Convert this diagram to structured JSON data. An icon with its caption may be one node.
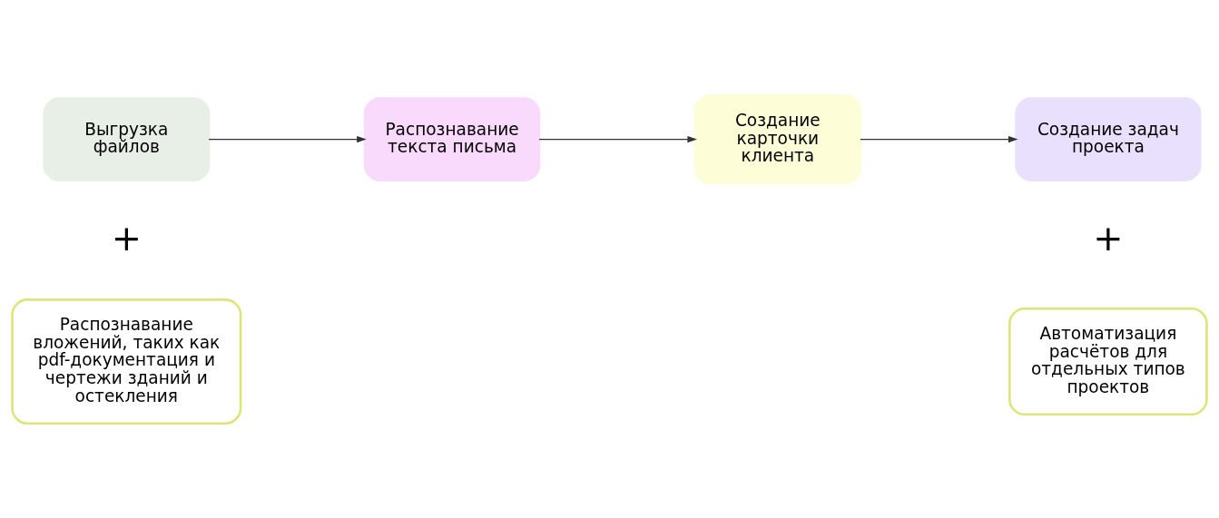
{
  "diagram": {
    "nodes": [
      {
        "text": [
          "Выгрузка файлов"
        ]
      },
      {
        "text": [
          "Распознавание текста письма"
        ]
      },
      {
        "text": [
          "Создание карточки клиента"
        ]
      },
      {
        "text": [
          "Создание задач проекта"
        ]
      },
      {
        "text": [
          "Распознавание вложений, таких как pdf-документация и чертежи зданий и остекления"
        ]
      },
      {
        "text": [
          "Автоматизация расчётов для отдельных типов проектов"
        ]
      }
    ],
    "edges": [
      {
        "from": 0,
        "to": 1,
        "arrow": "to"
      },
      {
        "from": 1,
        "to": 2,
        "arrow": "to"
      },
      {
        "from": 2,
        "to": 3,
        "arrow": "to"
      }
    ],
    "labels": [
      "+",
      "+"
    ]
  }
}
